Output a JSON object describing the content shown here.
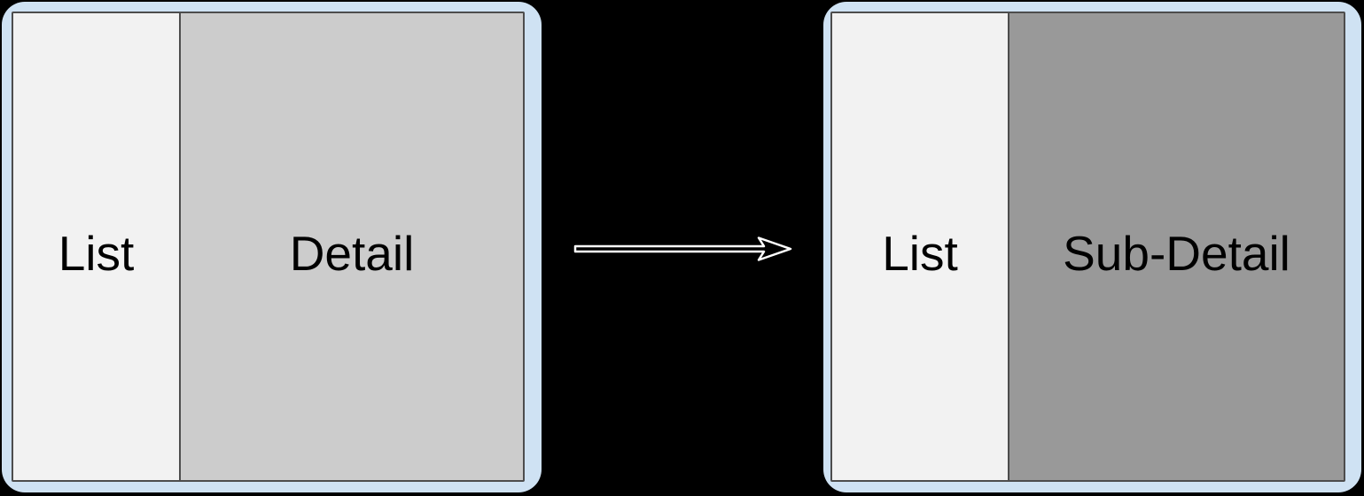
{
  "scene": {
    "title": "List-Detail navigation pattern diagram",
    "background_color": "#000000"
  },
  "colors": {
    "device_frame": "#cfe2f3",
    "inner_border": "#4d4d4d",
    "list_pane_fill": "#f2f2f2",
    "detail_pane_fill": "#cccccc",
    "subdetail_pane_fill": "#999999",
    "label_text": "#000000",
    "arrow_outline": "#ffffff",
    "arrow_fill": "#000000"
  },
  "before_screen": {
    "list_label": "List",
    "detail_label": "Detail"
  },
  "after_screen": {
    "list_label": "List",
    "detail_label": "Sub-Detail"
  },
  "arrow": {
    "icon": "right-arrow-icon",
    "direction": "right"
  }
}
